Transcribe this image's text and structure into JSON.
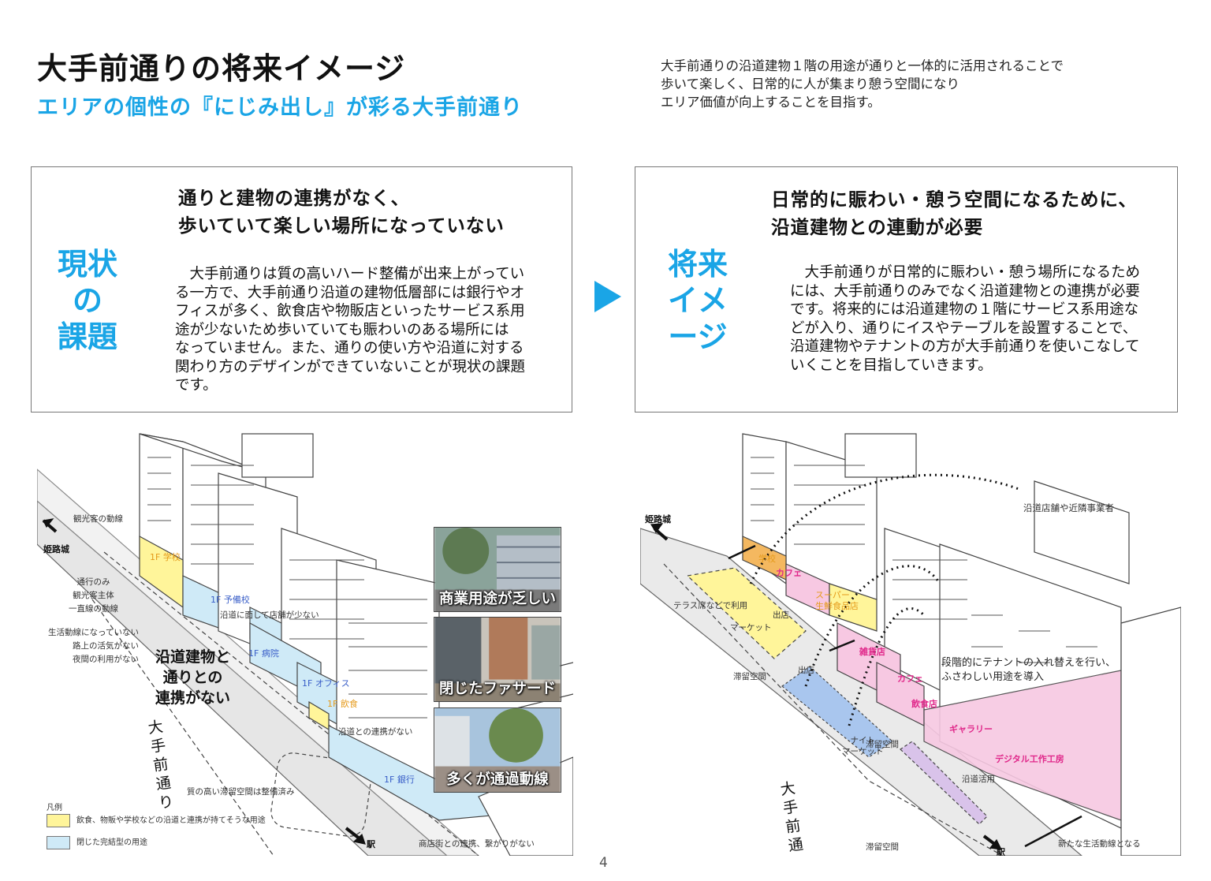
{
  "header": {
    "title": "大手前通りの将来イメージ",
    "subtitle": "エリアの個性の『にじみ出し』が彩る大手前通り",
    "intro": [
      "大手前通りの沿道建物１階の用途が通りと一体的に活用されることで",
      "歩いて楽しく、日常的に人が集まり憩う空間になり",
      "エリア価値が向上することを目指す。"
    ]
  },
  "left_panel": {
    "label": [
      "現状",
      "の",
      "課題"
    ],
    "heading": [
      "通りと建物の連携がなく、",
      "歩いていて楽しい場所になっていない"
    ],
    "body": [
      "　大手前通りは質の高いハード整備が出来上がってい",
      "る一方で、大手前通り沿道の建物低層部には銀行やオ",
      "フィスが多く、飲食店や物販店といったサービス系用",
      "途が少ないため歩いていても賑わいのある場所には",
      "なっていません。また、通りの使い方や沿道に対する",
      "関わり方のデザインができていないことが現状の課題",
      "です。"
    ]
  },
  "right_panel": {
    "label": [
      "将来",
      "イメ",
      "ージ"
    ],
    "heading": [
      "日常的に賑わい・憩う空間になるために、",
      "沿道建物との連動が必要"
    ],
    "body": [
      "　大手前通りが日常的に賑わい・憩う場所になるため",
      "には、大手前通りのみでなく沿道建物との連携が必要",
      "です。将来的には沿道建物の１階にサービス系用途な",
      "どが入り、通りにイスやテーブルを設置することで、",
      "沿道建物やテナントの方が大手前通りを使いこなして",
      "いくことを目指していきます。"
    ]
  },
  "left_illustration": {
    "dest_castle": "姫路城",
    "dest_station": "駅",
    "tourist_flow": "観光客の動線",
    "notes1": [
      "通行のみ",
      "観光客主体",
      "一直線の動線"
    ],
    "notes2": [
      "生活動線になっていない",
      "路上の活気がない",
      "夜間の利用がない"
    ],
    "big_label": [
      "沿道建物と",
      "通りとの",
      "連携がない"
    ],
    "street_name": "大手前通り",
    "floor_labels": [
      "1F 学校",
      "1F 予備校",
      "1F 病院",
      "1F オフィス",
      "1F 飲食",
      "1F 銀行"
    ],
    "no_shop": "沿道に面して店舗が少ない",
    "no_link": "沿道との連携がない",
    "quality_space": "質の高い滞留空間は整備済み",
    "shopping_link": "商店街との連携、繋がりがない",
    "photo_captions": [
      "商業用途が乏しい",
      "閉じたファサード",
      "多くが通過動線"
    ],
    "legend_title": "凡例",
    "legend_items": [
      "飲食、物販や学校などの沿道と連携が持てそうな用途",
      "閉じた完結型の用途"
    ]
  },
  "right_illustration": {
    "dest_castle": "姫路城",
    "dest_station": "駅",
    "operators": "沿道店舗や近隣事業者",
    "terrace": "テラス席などで利用",
    "market": "マーケット",
    "store_open": "出店",
    "stay_space": "滞留空間",
    "night_market": [
      "ナイト",
      "マーケット"
    ],
    "uses_pink": [
      "カフェ",
      "雑貨店",
      "カフェ",
      "飲食店",
      "ギャラリー",
      "デジタル工作工房"
    ],
    "school": "学校",
    "supermarket": [
      "スーパー",
      "生鮮食品店"
    ],
    "tenant_note": [
      "段階的にテナントの入れ替えを行い、",
      "ふさわしい用途を導入"
    ],
    "roadside_use": "沿道活用",
    "new_flow": "新たな生活動線となる",
    "street_name": "大手前通り"
  },
  "page_number": "4",
  "colors": {
    "accent": "#1aa5e6",
    "yellow_use": "#fff59a",
    "closed_use": "#cfeaf7",
    "pink_use": "#f7c8e2",
    "night_market": "#a9c6ee"
  }
}
